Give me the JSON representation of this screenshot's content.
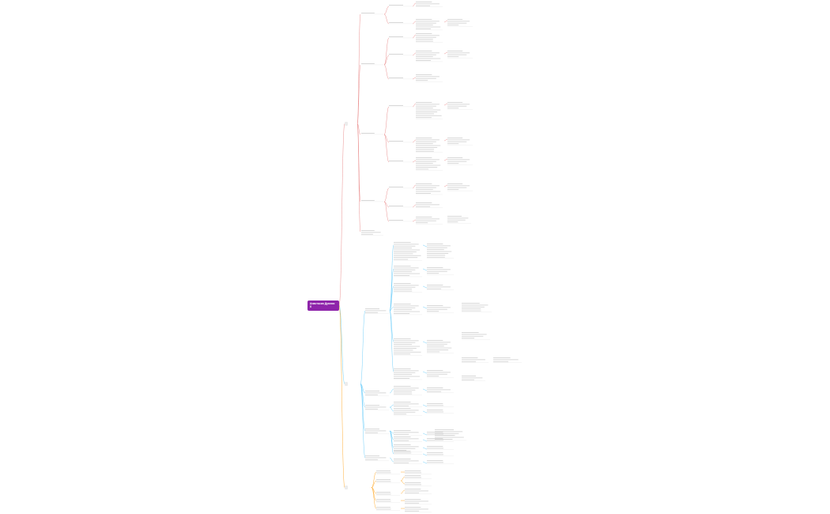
{
  "root": {
    "label": "Анастасия Дуплия б"
  },
  "colors": {
    "root_bg": "#8e24aa",
    "branch_1": "#e57373",
    "branch_2": "#4fc3f7",
    "branch_3": "#ff9800",
    "node_bg": "#ececec",
    "leaf_text": "#b0b0b0",
    "leaf_rule": "#e0e0e0"
  },
  "branches": [
    {
      "id": "b1",
      "label": "",
      "color_key": "branch_1"
    },
    {
      "id": "b2",
      "label": "",
      "color_key": "branch_2"
    },
    {
      "id": "b3",
      "label": "",
      "color_key": "branch_3"
    }
  ]
}
